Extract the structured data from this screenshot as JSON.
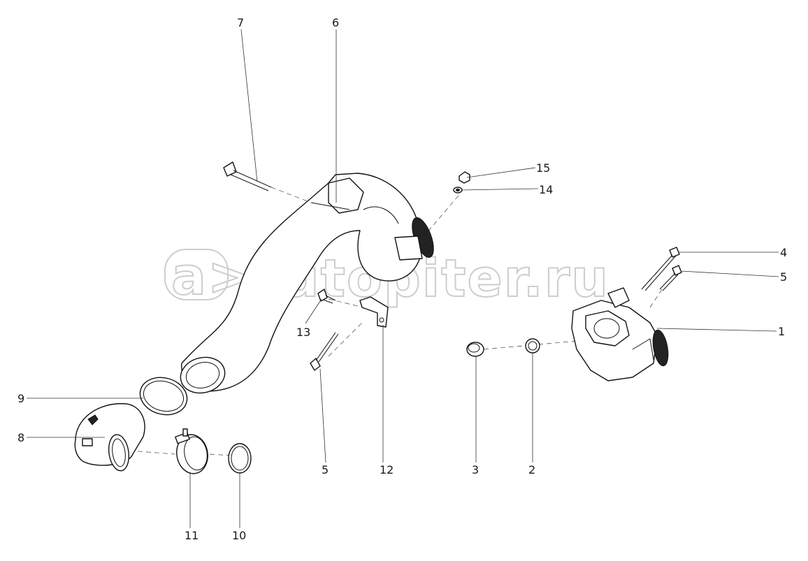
{
  "watermark": {
    "text": "autopiter.ru",
    "logo": "a>"
  },
  "callouts": {
    "c1": "1",
    "c2": "2",
    "c3": "3",
    "c4": "4",
    "c5a": "5",
    "c5b": "5",
    "c6": "6",
    "c7": "7",
    "c8": "8",
    "c9": "9",
    "c10": "10",
    "c11": "11",
    "c12": "12",
    "c13": "13",
    "c14": "14",
    "c15": "15"
  }
}
